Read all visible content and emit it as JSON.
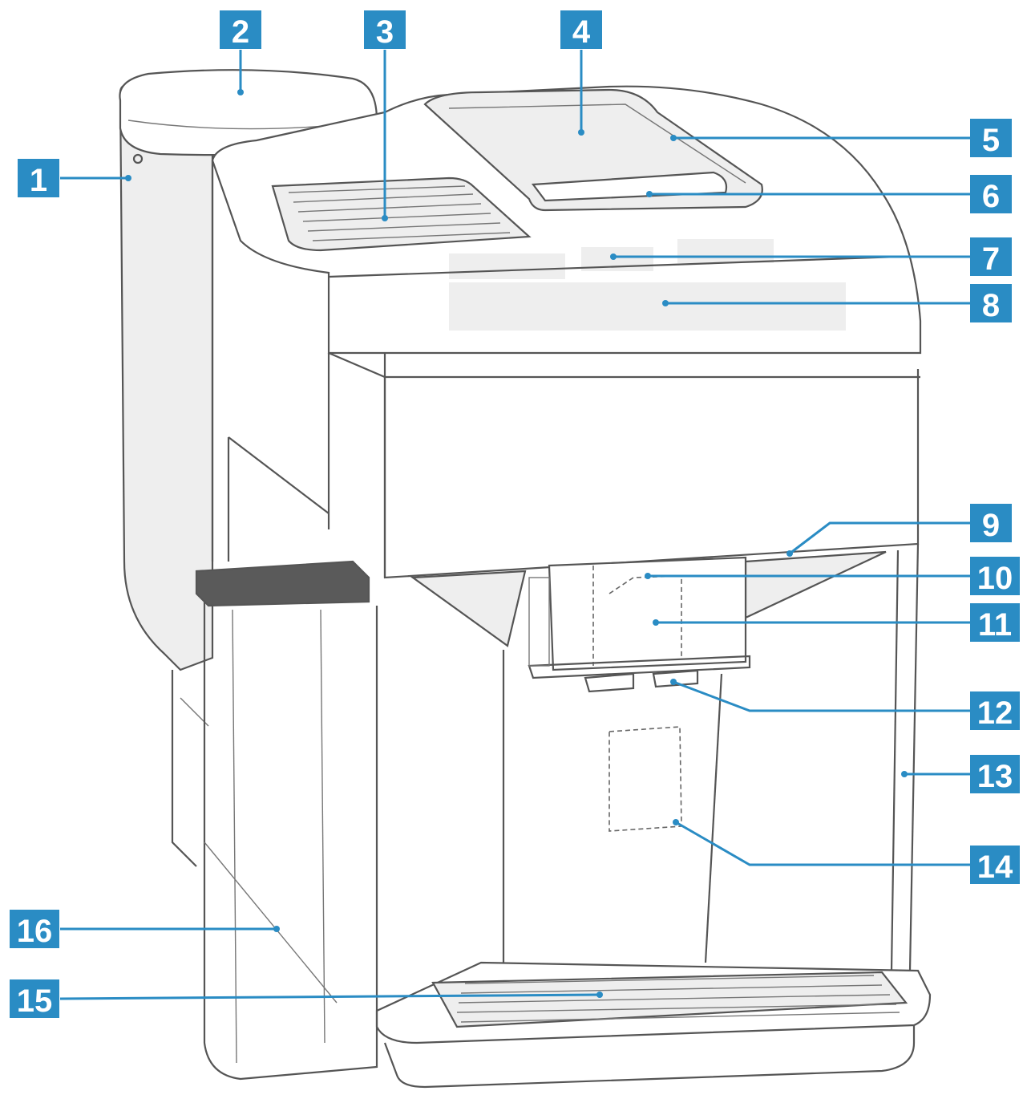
{
  "callouts": [
    {
      "id": "1",
      "label": "1"
    },
    {
      "id": "2",
      "label": "2"
    },
    {
      "id": "3",
      "label": "3"
    },
    {
      "id": "4",
      "label": "4"
    },
    {
      "id": "5",
      "label": "5"
    },
    {
      "id": "6",
      "label": "6"
    },
    {
      "id": "7",
      "label": "7"
    },
    {
      "id": "8",
      "label": "8"
    },
    {
      "id": "9",
      "label": "9"
    },
    {
      "id": "10",
      "label": "10"
    },
    {
      "id": "11",
      "label": "11"
    },
    {
      "id": "12",
      "label": "12"
    },
    {
      "id": "13",
      "label": "13"
    },
    {
      "id": "14",
      "label": "14"
    },
    {
      "id": "15",
      "label": "15"
    },
    {
      "id": "16",
      "label": "16"
    }
  ],
  "colors": {
    "callout": "#2a8cc4",
    "outline": "#555555"
  }
}
